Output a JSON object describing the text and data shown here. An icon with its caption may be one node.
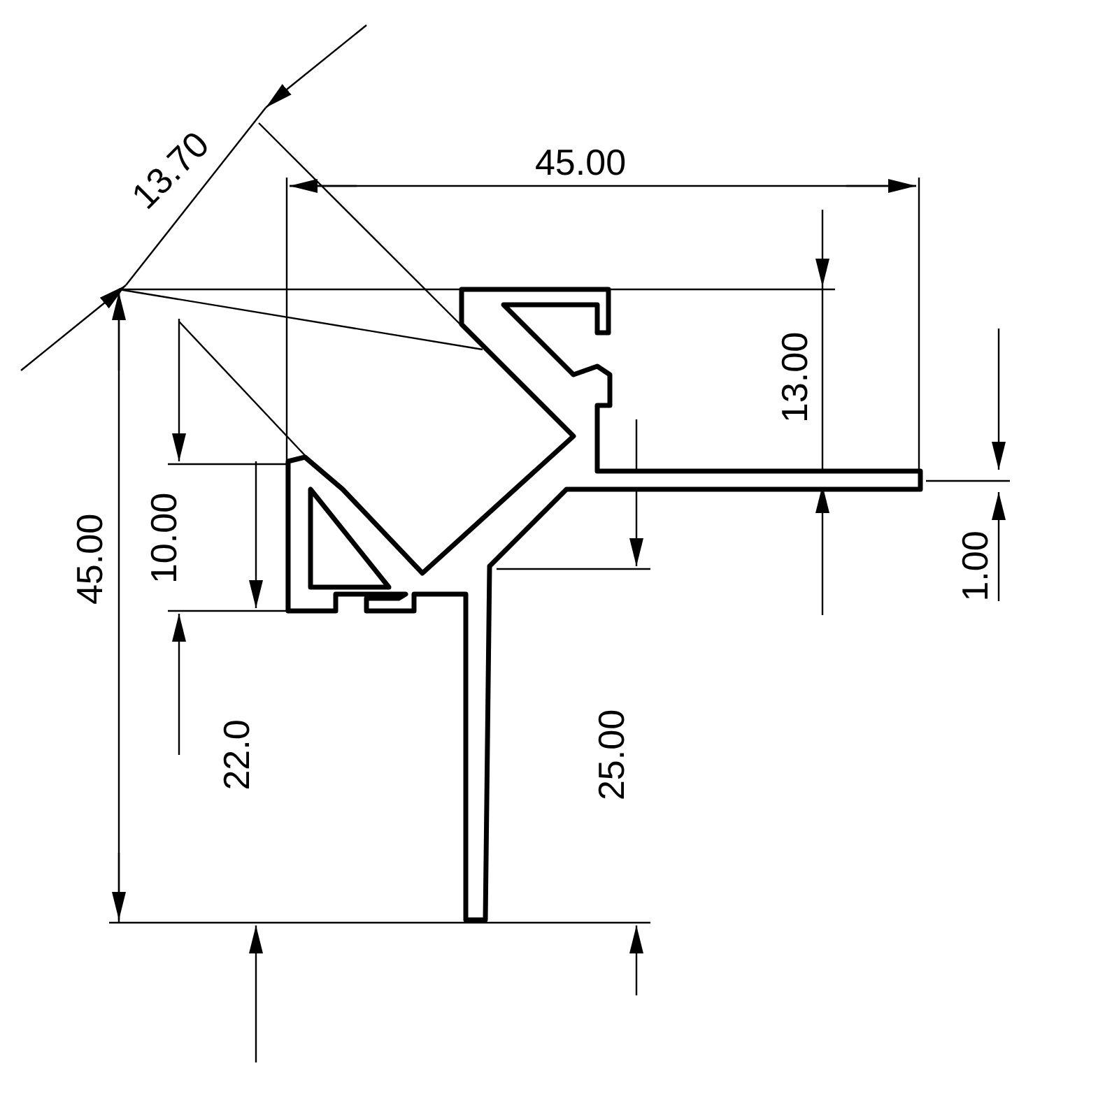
{
  "diagram": {
    "labels": [
      "13.70",
      "45.00",
      "13.00",
      "1.00",
      "45.00",
      "10.00",
      "22.0",
      "25.00"
    ]
  }
}
